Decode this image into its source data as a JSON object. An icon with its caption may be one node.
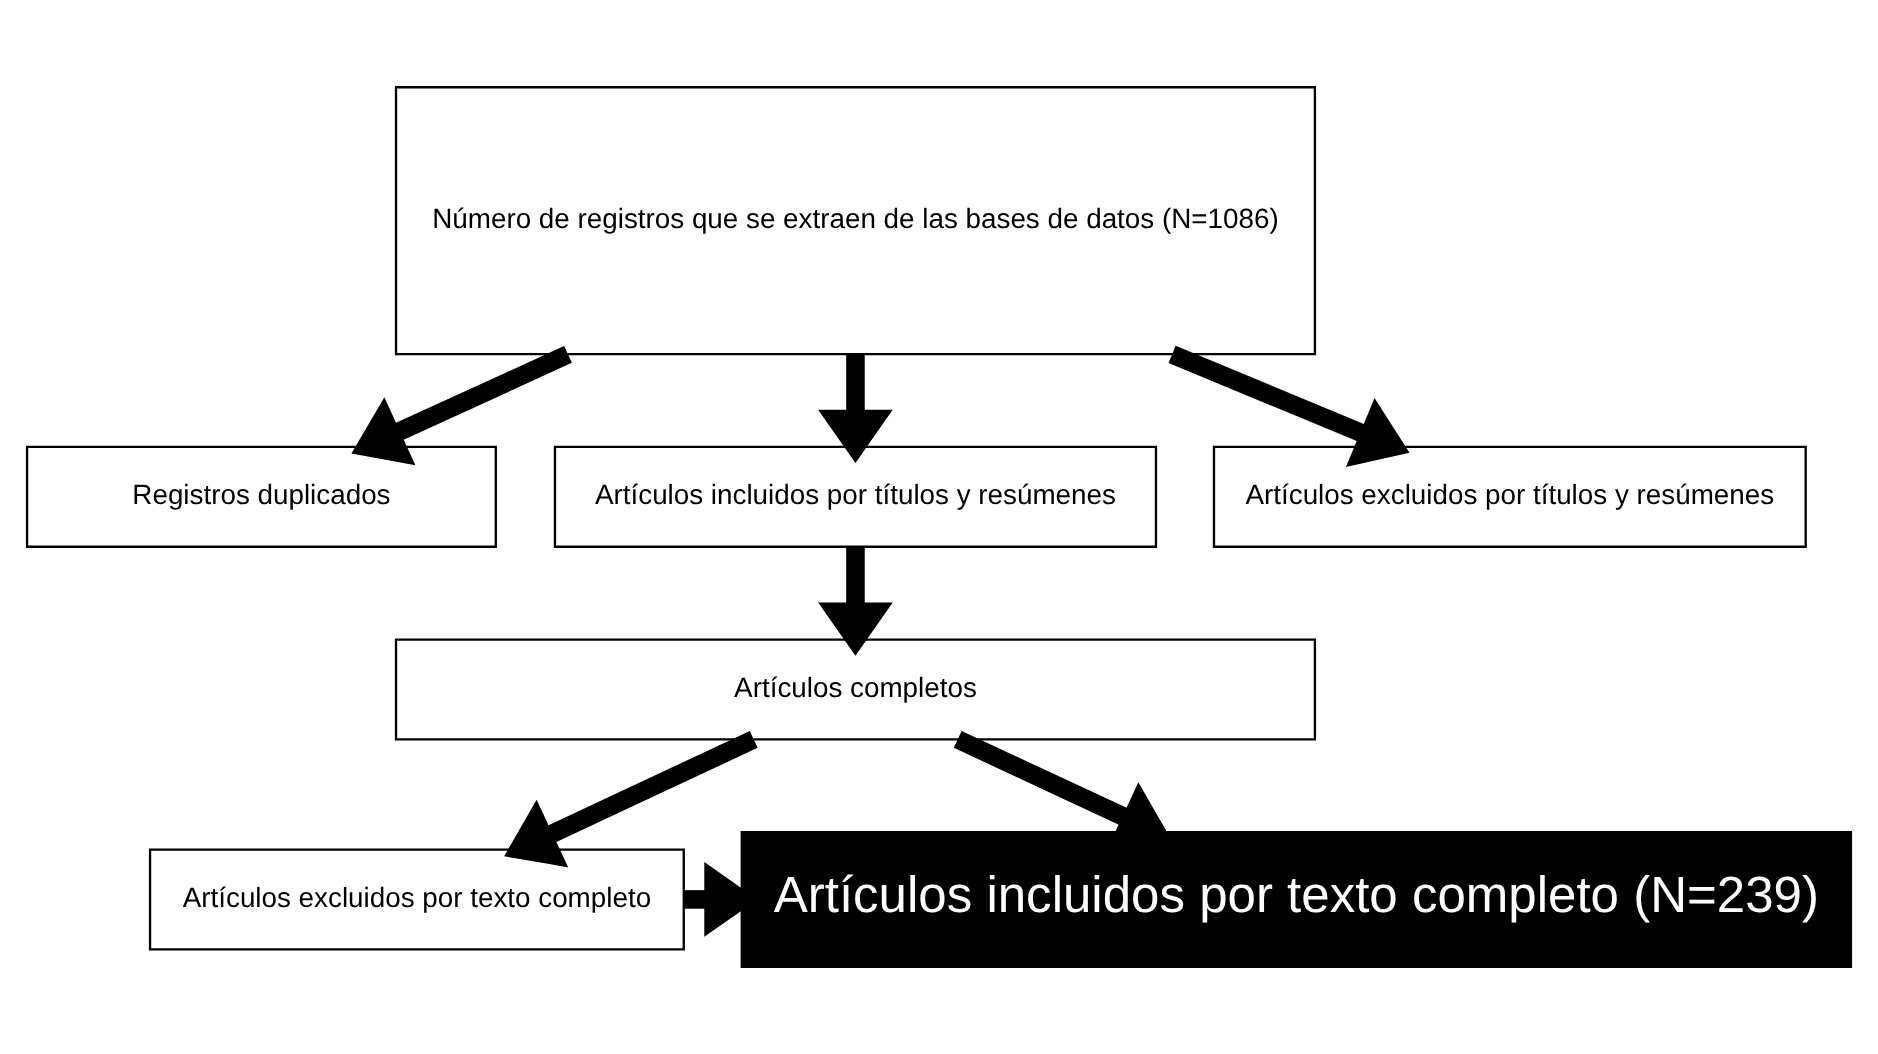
{
  "diagram": {
    "nodes": [
      {
        "text": [
          "Número de registros que se extraen de las bases de datos (N=1086)"
        ]
      },
      {
        "text": [
          "Registros duplicados"
        ]
      },
      {
        "text": [
          "Artículos incluidos por títulos y resúmenes"
        ]
      },
      {
        "text": [
          "Artículos excluidos por títulos y resúmenes"
        ]
      },
      {
        "text": [
          "Artículos completos"
        ]
      },
      {
        "text": [
          "Artículos excluidos por texto completo"
        ]
      },
      {
        "text": [
          "Artículos incluidos por texto completo (N=239)"
        ]
      }
    ],
    "edges": [
      {
        "from": 0,
        "to": 1,
        "arrow": "to"
      },
      {
        "from": 0,
        "to": 2,
        "arrow": "to"
      },
      {
        "from": 0,
        "to": 3,
        "arrow": "to"
      },
      {
        "from": 2,
        "to": 4,
        "arrow": "to"
      },
      {
        "from": 4,
        "to": 5,
        "arrow": "to"
      },
      {
        "from": 4,
        "to": 6,
        "arrow": "to"
      },
      {
        "from": 5,
        "to": 6,
        "arrow": "to"
      }
    ]
  }
}
